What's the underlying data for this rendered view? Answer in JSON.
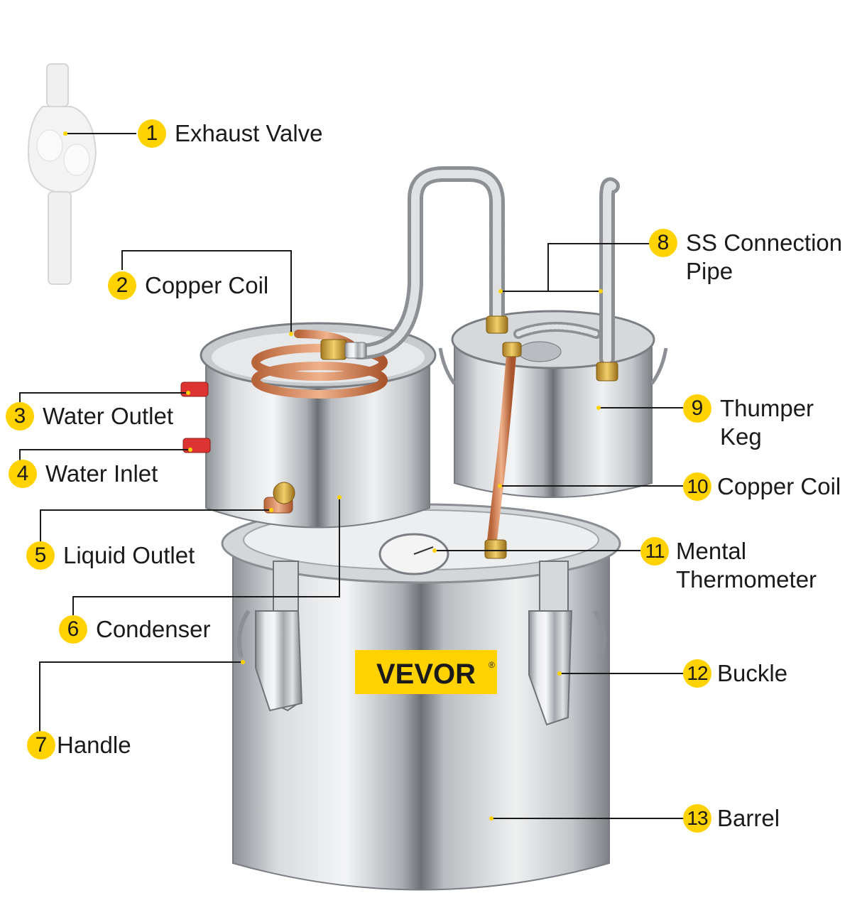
{
  "brand": {
    "logo_text": "VEVOR",
    "registered": "®",
    "accent": "#FFD200"
  },
  "parts": [
    {
      "num": "1",
      "name": "Exhaust Valve"
    },
    {
      "num": "2",
      "name": "Copper Coil"
    },
    {
      "num": "3",
      "name": "Water Outlet"
    },
    {
      "num": "4",
      "name": "Water Inlet"
    },
    {
      "num": "5",
      "name": "Liquid Outlet"
    },
    {
      "num": "6",
      "name": "Condenser"
    },
    {
      "num": "7",
      "name": "Handle"
    },
    {
      "num": "8",
      "name": "SS Connection",
      "name_line2": "Pipe"
    },
    {
      "num": "9",
      "name": "Thumper",
      "name_line2": "Keg"
    },
    {
      "num": "10",
      "name": "Copper Coil"
    },
    {
      "num": "11",
      "name": "Mental",
      "name_line2": "Thermometer"
    },
    {
      "num": "12",
      "name": "Buckle"
    },
    {
      "num": "13",
      "name": "Barrel"
    }
  ]
}
